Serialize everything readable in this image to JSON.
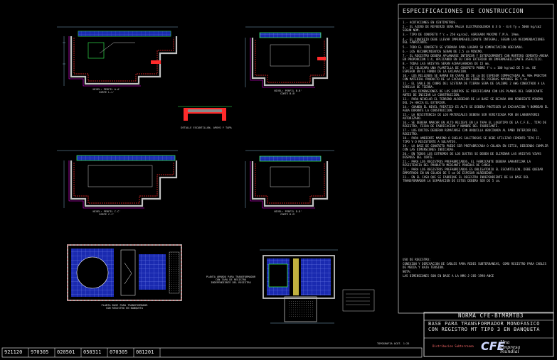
{
  "spec": {
    "title": "ESPECIFICACIONES DE CONSTRUCCION",
    "items": [
      "1.- ACOTACIONES EN CENTIMETROS.",
      "2.- EL ACERO DE REFUERZO SERA MALLA ELECTROSOLDADA 6 X 6 - 4/4 fy = 5000 kg/cm2 SEGUN NOM.",
      "3.- TIPO DE CONCRETO f'c = 250 kg/cm2, AGREGADO MAXIMO T.M.A. 19mm.",
      "4.- EL CONCRETO DEBE LLEVAR IMPERMEABILIZANTE INTEGRAL, SEGUN LAS RECOMENDACIONES DEL FABRICANTE.",
      "5.- TODO EL CONCRETO SE VIBRARA PARA LOGRAR SU COMPACTACION ADECUADA.",
      "6.- LOS RECUBRIMIENTOS SERAN DE 2.5 cm MINIMO.",
      "7.- EL REGISTRO DEBERA APLANARSE INTERIOR Y EXTERIORMENTE CON MORTERO CEMENTO-ARENA EN PROPORCION 1:4, APLICANDO EN SU CARA EXTERIOR UN IMPERMEABILIZANTE ASFALTICO.",
      "8.- TODAS LAS ARISTAS SERAN ACHAFLANADAS DE 15 mm.",
      "9.- SE COLOCARA UNA PLANTILLA DE CONCRETO POBRE f'c = 100 kg/cm2 DE 5 cm. DE ESPESOR EN EL FONDO DE LA EXCAVACION.",
      "10.- LOS RELLENOS SE HARAN EN CAPAS DE 20 cm DE ESPESOR COMPACTADAS AL 90% PROCTOR CON MATERIAL PRODUCTO DE LA EXCAVACION LIBRE DE PIEDRAS MAYORES DE 5 cm.",
      "11.- EL CABLE DE COBRE DEL SISTEMA DE TIERRA SERA DE CALIBRE 2 AWG CONECTADO A LA VARILLA DE TIERRA.",
      "12.- LAS DIMENSIONES DE LOS EQUIPOS SE VERIFICARAN CON LOS PLANOS DEL FABRICANTE ANTES DE INICIAR LA CONSTRUCCION.",
      "13.- PARA NIVELAR EL TERRENO ALREDEDOR DE LA BASE SE DEJARA UNA PENDIENTE MINIMA DEL 2% HACIA EL EXTERIOR.",
      "14.- CUANDO EL NIVEL FREATICO ES ALTO SE DEBERA PROTEGER LA EXCAVACION Y BOMBEAR EL AGUA DURANTE LA CONSTRUCCION.",
      "15.- LA RESISTENCIA DE LOS MATERIALES DEBERA SER VERIFICADA POR UN LABORATORIO AUTORIZADO.",
      "16.- SE DEBERA MARCAR EN ALTO RELIEVE EN LA TAPA EL LOGOTIPO DE LA C.F.E., TIPO DE REGISTRO, FECHA DE FABRICACION Y NOMBRE DEL FABRICANTE.",
      "17.- LOS DUCTOS DEBERAN REMATARSE CON BOQUILLA ABOCINADA AL PAÑO INTERIOR DEL REGISTRO.",
      "18.- PARA AMBIENTE MARINO O SUELOS SALITROSOS SE DEBE UTILIZAR CEMENTO TIPO II, TIPO V O RESISTENTE A SULFATOS.",
      "19.- LA BASE DE CONCRETO PUEDE SER PREFABRICADA O COLADA EN SITIO, DEBIENDO CUMPLIR CON LAS DIMENSIONES INDICADAS.",
      "20.- EN TODOS LOS EXTREMOS DE LOS DUCTOS SE DEBEN DE ELIMINAR LAS ARISTAS VIVAS DESPUES DEL CORTE.",
      "21.- PARA LOS REGISTROS PREFABRICADOS, EL FABRICANTE DEBERA GARANTIZAR LA RESISTENCIA DEL PRODUCTO MEDIANTE PRUEBAS DE CARGA.",
      "22.- PARA LOS REGISTROS PREFABRICADOS ES OBLIGATORIO EL ESCANTILLON, DEBE QUEDAR EMPOTRADO EN UN COLADO DE 5 cm DE ESPESOR ALREDEDOR.",
      "23.- EN EL CASO QUE SE FABRIQUE EL REGISTRO INDEPENDIENTE DE LA BASE DEL TRANSFORMADOR LA SEPARACION DE ESTOS DEBERA SER DE 5 cm."
    ],
    "uso_title": "USO DE REGISTRO:",
    "uso_text": "CONEXION Y DERIVACION DE CABLES PARA REDES SUBTERRANEAS, COMO REGISTRO PARA CABLES DE MEDIA Y BAJA TENSION.",
    "nota_title": "NOTA:",
    "nota_text": "LAS DIMENSIONES SON EN BASE A LA NMX-J-285-1998-ANCE"
  },
  "labels": {
    "view1": "NIVEL: PERFIL A-A'\nCORTE L-L'",
    "view2": "NIVEL: PERFIL B-B'\nCORTE B-B'",
    "view3": "DETALLE ESCANTILLON, APOYO Y TAPA",
    "view4": "NIVEL: PERFIL C-C'\nCORTE C-C'",
    "view5": "NIVEL: PERFIL D-D'\nCORTE D-D'",
    "plan1": "PLANTA BASE PARA TRANSFORMADOR\nCON REGISTRO EN BANQUETA",
    "plan_note": "PLANTA ARMADO PARA TRANSFORMADOR\nCON TAPA DE REGISTRO\nINDEPENDIENTE DEL REGISTRO",
    "scale": "TOPOGRAFIA  ACOT. 1:25"
  },
  "title_block": {
    "norma": "NORMA  CFE-BTMRMTB3",
    "line1": "BASE PARA TRANSFORMADOR MONOFASICO",
    "line2": "CON REGISTRO MT TIPO 3 EN BANQUETA",
    "small_red": "Distribucion Subterranea",
    "logo": "CFE",
    "logo_sub1": "Una",
    "logo_sub2": "empresa",
    "logo_sub3": "mundial"
  },
  "revisions": [
    "921120",
    "970305",
    "020501",
    "050311",
    "070305",
    "081201"
  ],
  "colors": {
    "background": "#000000",
    "concrete": "#c0c0c0",
    "rebar": "#ff2b2b",
    "duct": "#ff00ff",
    "grid_blue": "#1f2fb8",
    "dimension": "#9fd8ff",
    "green": "#39ff55"
  }
}
